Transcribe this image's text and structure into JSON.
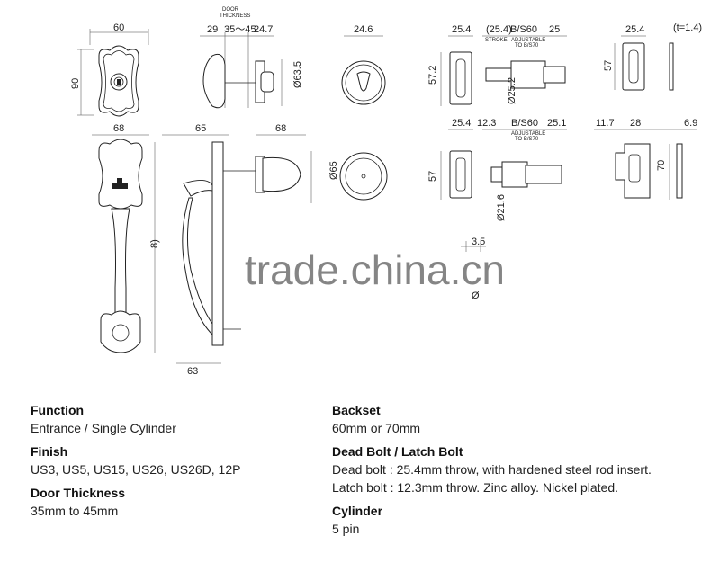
{
  "drawing": {
    "dims": {
      "escutcheon_width": "60",
      "escutcheon_height": "90",
      "door_thickness_caption": "DOOR\nTHICKNESS",
      "door_thickness_range": "35〜45",
      "deadbolt_depth_a": "29",
      "deadbolt_depth_b": "24.7",
      "thumbturn_dia": "Ø63.5",
      "rose_small": "24.6",
      "deadbolt_plate_w": "25.4",
      "deadbolt_plate_h": "57.2",
      "deadbolt_stroke": "(25.4)",
      "stroke_label": "STROKE",
      "deadbolt_backset": "B/S60",
      "adjustable_label": "ADJUSTABLE\nTO B/S70",
      "deadbolt_right": "25",
      "deadbolt_dia": "Ø25.2",
      "strike_w": "25.4",
      "strike_h": "57",
      "strike_t": "(t=1.4)",
      "handle_width": "68",
      "handle_depth": "65",
      "knob_depth": "68",
      "knob_dia": "Ø65",
      "handle_height_partial": "8)",
      "handle_bottom": "63",
      "latch_plate_w": "25.4",
      "latch_bolt_throw": "12.3",
      "latch_backset": "B/S60",
      "latch_right": "25.1",
      "latch_plate_h": "57",
      "latch_dia": "Ø21.6",
      "latch_strike_a": "11.7",
      "latch_strike_b": "28",
      "latch_strike_c": "6.9",
      "latch_strike_h": "70",
      "pin_dim": "3.5",
      "pin_symbol": "Ø"
    },
    "watermark": "trade.china.cn"
  },
  "specs": {
    "left": [
      {
        "title": "Function",
        "lines": [
          "Entrance / Single Cylinder"
        ]
      },
      {
        "title": "Finish",
        "lines": [
          "US3, US5, US15, US26, US26D, 12P"
        ]
      },
      {
        "title": "Door Thickness",
        "lines": [
          "35mm to 45mm"
        ]
      }
    ],
    "right": [
      {
        "title": "Backset",
        "lines": [
          "60mm or 70mm"
        ]
      },
      {
        "title": "Dead Bolt / Latch Bolt",
        "lines": [
          "Dead bolt : 25.4mm throw, with hardened steel rod insert.",
          "Latch bolt : 12.3mm throw. Zinc alloy. Nickel plated."
        ]
      },
      {
        "title": "Cylinder",
        "lines": [
          "5 pin"
        ]
      }
    ]
  }
}
